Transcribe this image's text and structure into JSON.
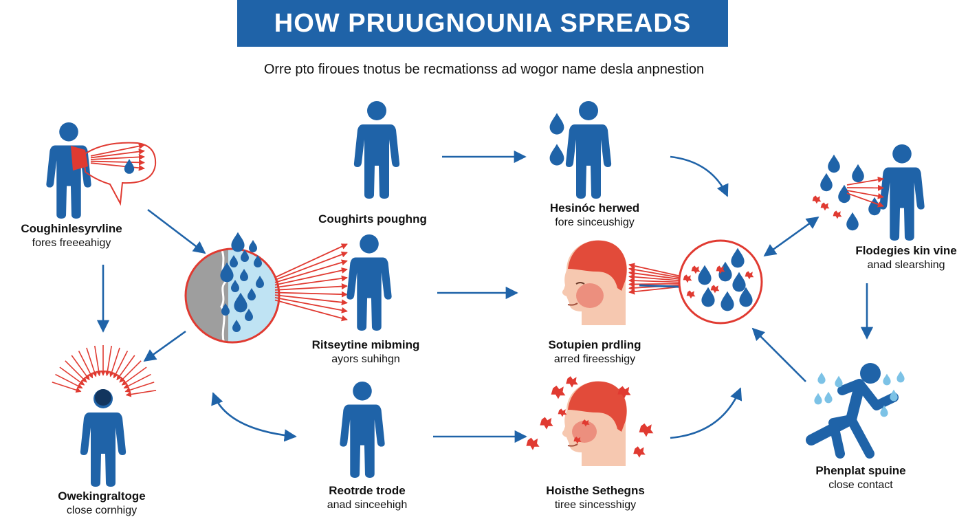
{
  "header": {
    "title": "HOW PRUUGNOUNIA SPREADS",
    "subtitle": "Orre pto firoues tnotus be recmationss ad wogor name desla anpnestion"
  },
  "colors": {
    "banner": "#1f63a8",
    "person": "#1f63a8",
    "droplet": "#1f63a8",
    "arrow": "#1f63a8",
    "particle": "#e03a31",
    "skin": "#f6c8b0",
    "hair": "#e24b3a",
    "lens_fill": "#bfe3f3"
  },
  "icons": [
    "person-icon",
    "droplet-icon",
    "particle-arrow-icon",
    "magnifier-lens-icon",
    "head-profile-icon",
    "flow-arrow-icon",
    "running-person-icon"
  ],
  "nodes": [
    {
      "id": "cough",
      "title": "Coughinlesyrvline",
      "sub": "fores freeeahigy"
    },
    {
      "id": "coughs-pough",
      "title": "Coughirts poughng",
      "sub": ""
    },
    {
      "id": "hesinoc",
      "title": "Hesinóc herwed",
      "sub": "fore sinceushigy"
    },
    {
      "id": "flodegies",
      "title": "Flodegies kin vine",
      "sub": "anad slearshing"
    },
    {
      "id": "ritseytine",
      "title": "Ritseytine mibming",
      "sub": "ayors suhihgn"
    },
    {
      "id": "sotupien",
      "title": "Sotupien prdling",
      "sub": "arred fireesshigy"
    },
    {
      "id": "owekingraltoge",
      "title": "Owekingraltoge",
      "sub": "close cornhigy"
    },
    {
      "id": "reotrde",
      "title": "Reotrde trode",
      "sub": "anad sinceehigh"
    },
    {
      "id": "hoisthe",
      "title": "Hoisthe Sethegns",
      "sub": "tiree sincesshigy"
    },
    {
      "id": "phenplat",
      "title": "Phenplat spuine",
      "sub": "close contact"
    }
  ]
}
